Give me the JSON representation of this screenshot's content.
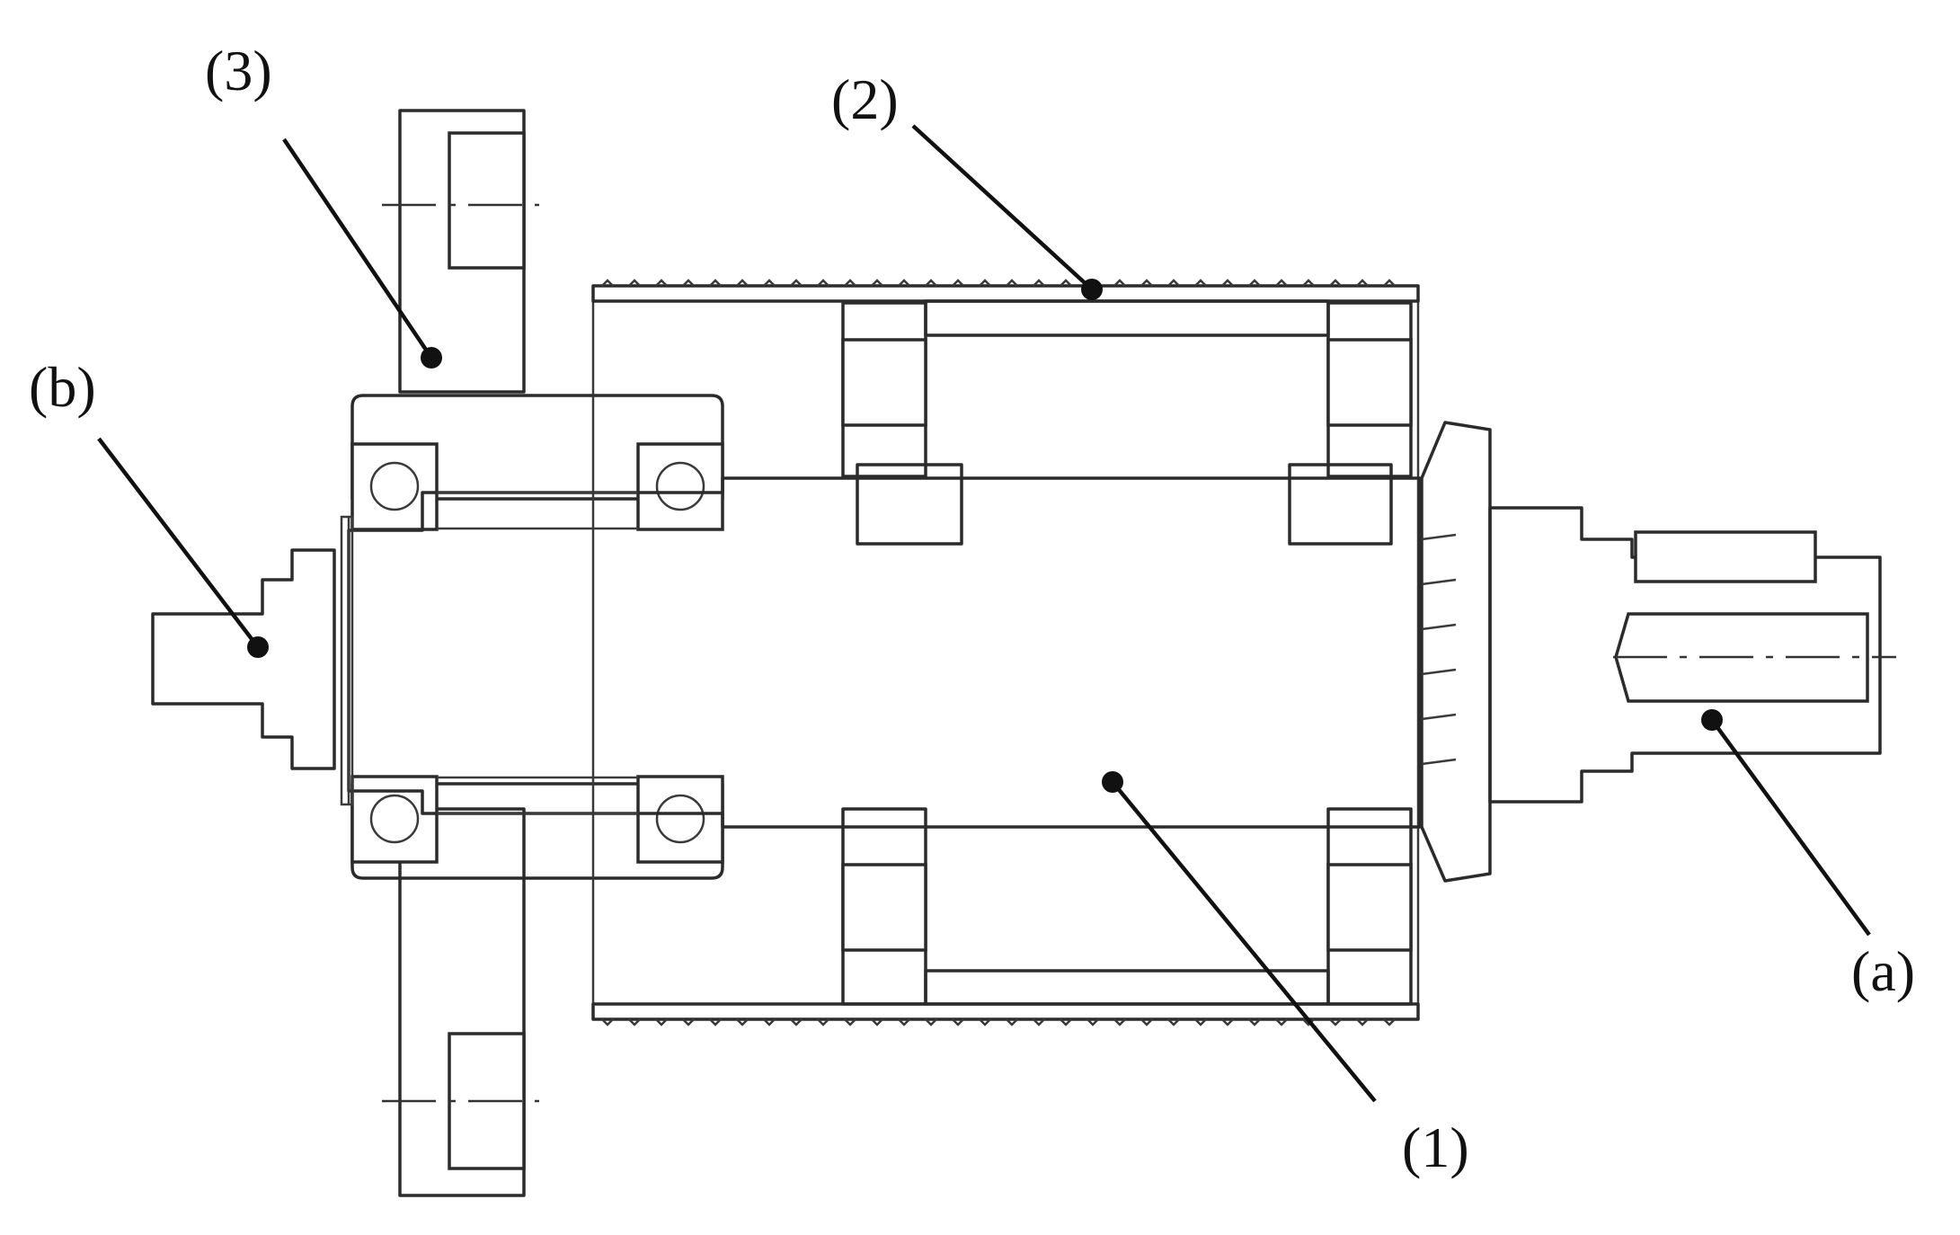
{
  "labels": {
    "part1": "(1)",
    "part2": "(2)",
    "part3": "(3)",
    "part_a": "(a)",
    "part_b": "(b)"
  },
  "colors": {
    "line": "#2b2b2b",
    "hatch": "#6f73a8",
    "text": "#111111",
    "background": "#ffffff"
  }
}
